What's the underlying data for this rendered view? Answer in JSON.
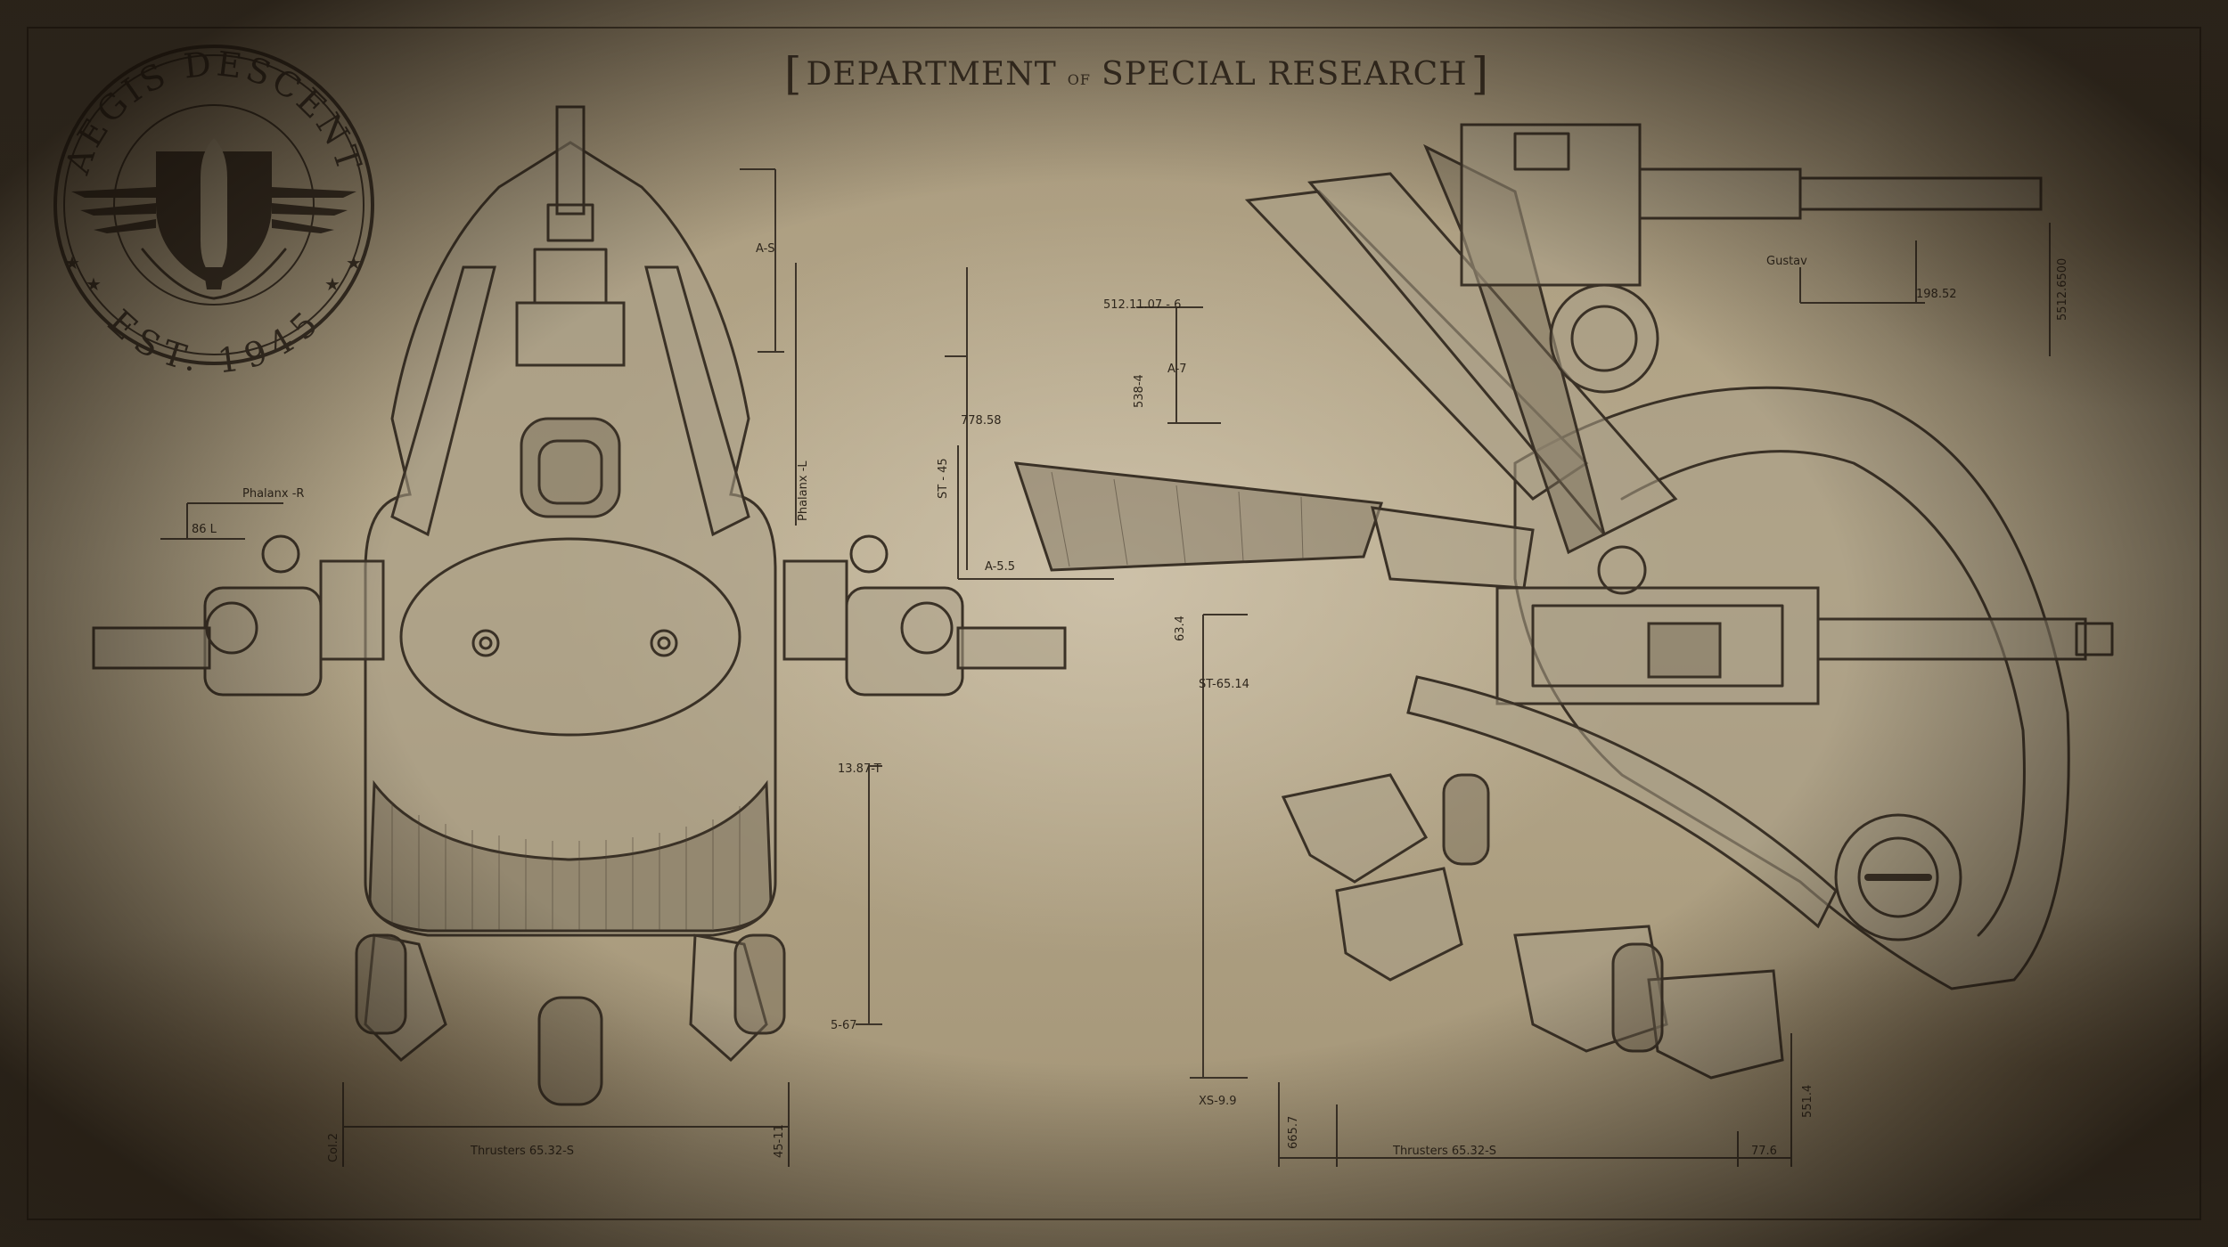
{
  "header": {
    "word1": "DEPARTMENT",
    "word2": "OF",
    "word3": "SPECIAL RESEARCH"
  },
  "emblem": {
    "top_text": "AEGIS DESCENT",
    "bottom_text": "EST. 1945",
    "icon": "bomb-wings-shield-emblem"
  },
  "top_view_labels": {
    "a_s": "A-S",
    "phalanx_l": "Phalanx -L",
    "phalanx_r": "Phalanx -R",
    "l86": "86 L",
    "st45": "ST - 45",
    "t1387": "13.87-T",
    "s67": "5-67",
    "thrusters": "Thrusters 65.32-S",
    "col2": "Col.2",
    "d451": "45-11"
  },
  "side_view_labels": {
    "v512": "512.11.07 - 6",
    "a7": "A-7",
    "v538": "538-4",
    "v778": "778.58",
    "a55": "A-5.5",
    "v634": "63.4",
    "st6514": "ST-65.14",
    "xs99": "XS-9.9",
    "v6657": "665.7",
    "thrusters": "Thrusters 65.32-S",
    "v776": "77.6",
    "v5514": "551.4",
    "gustav": "Gustav",
    "v19852": "198.52",
    "v5512": "5512.6500"
  },
  "colors": {
    "paper": "#b6a98c",
    "ink": "#3a3126",
    "frame": "#0c0a08"
  }
}
